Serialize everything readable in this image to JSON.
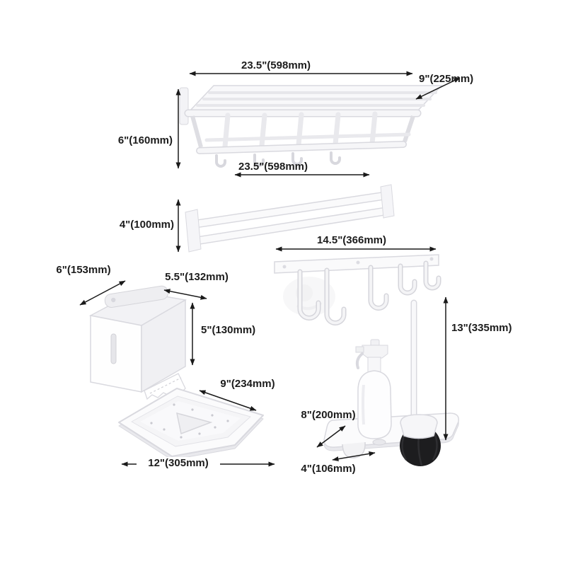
{
  "diagram_type": "bathroom-hardware-set-dimension-diagram",
  "colors": {
    "background": "#ffffff",
    "dimension_line": "#1a1a1a",
    "label_text": "#1c1c1c",
    "product_fill": "#fbfbfc",
    "product_outline": "#d9d9df",
    "brush_head": "#1d1d1f"
  },
  "products": {
    "towel_shelf": {
      "name": "two-tier towel shelf with hooks",
      "width_label": "23.5\"(598mm)",
      "depth_label": "9\"(225mm)",
      "height_label": "6\"(160mm)"
    },
    "towel_bar": {
      "name": "double towel bar",
      "width_label": "23.5\"(598mm)",
      "height_label": "4\"(100mm)"
    },
    "hook_rack": {
      "name": "wall hook rail",
      "width_label": "14.5\"(366mm)"
    },
    "paper_holder": {
      "name": "toilet paper holder box",
      "width_label": "6\"(153mm)",
      "depth_label": "5.5\"(132mm)",
      "height_label": "5\"(130mm)"
    },
    "corner_shelf": {
      "name": "corner shower shelf",
      "side_label": "9\"(234mm)",
      "width_label": "12\"(305mm)"
    },
    "brush_set": {
      "name": "toilet brush and spray bottle tray",
      "depth_label": "8\"(200mm)",
      "width_label": "4\"(106mm)",
      "height_label": "13\"(335mm)"
    }
  }
}
